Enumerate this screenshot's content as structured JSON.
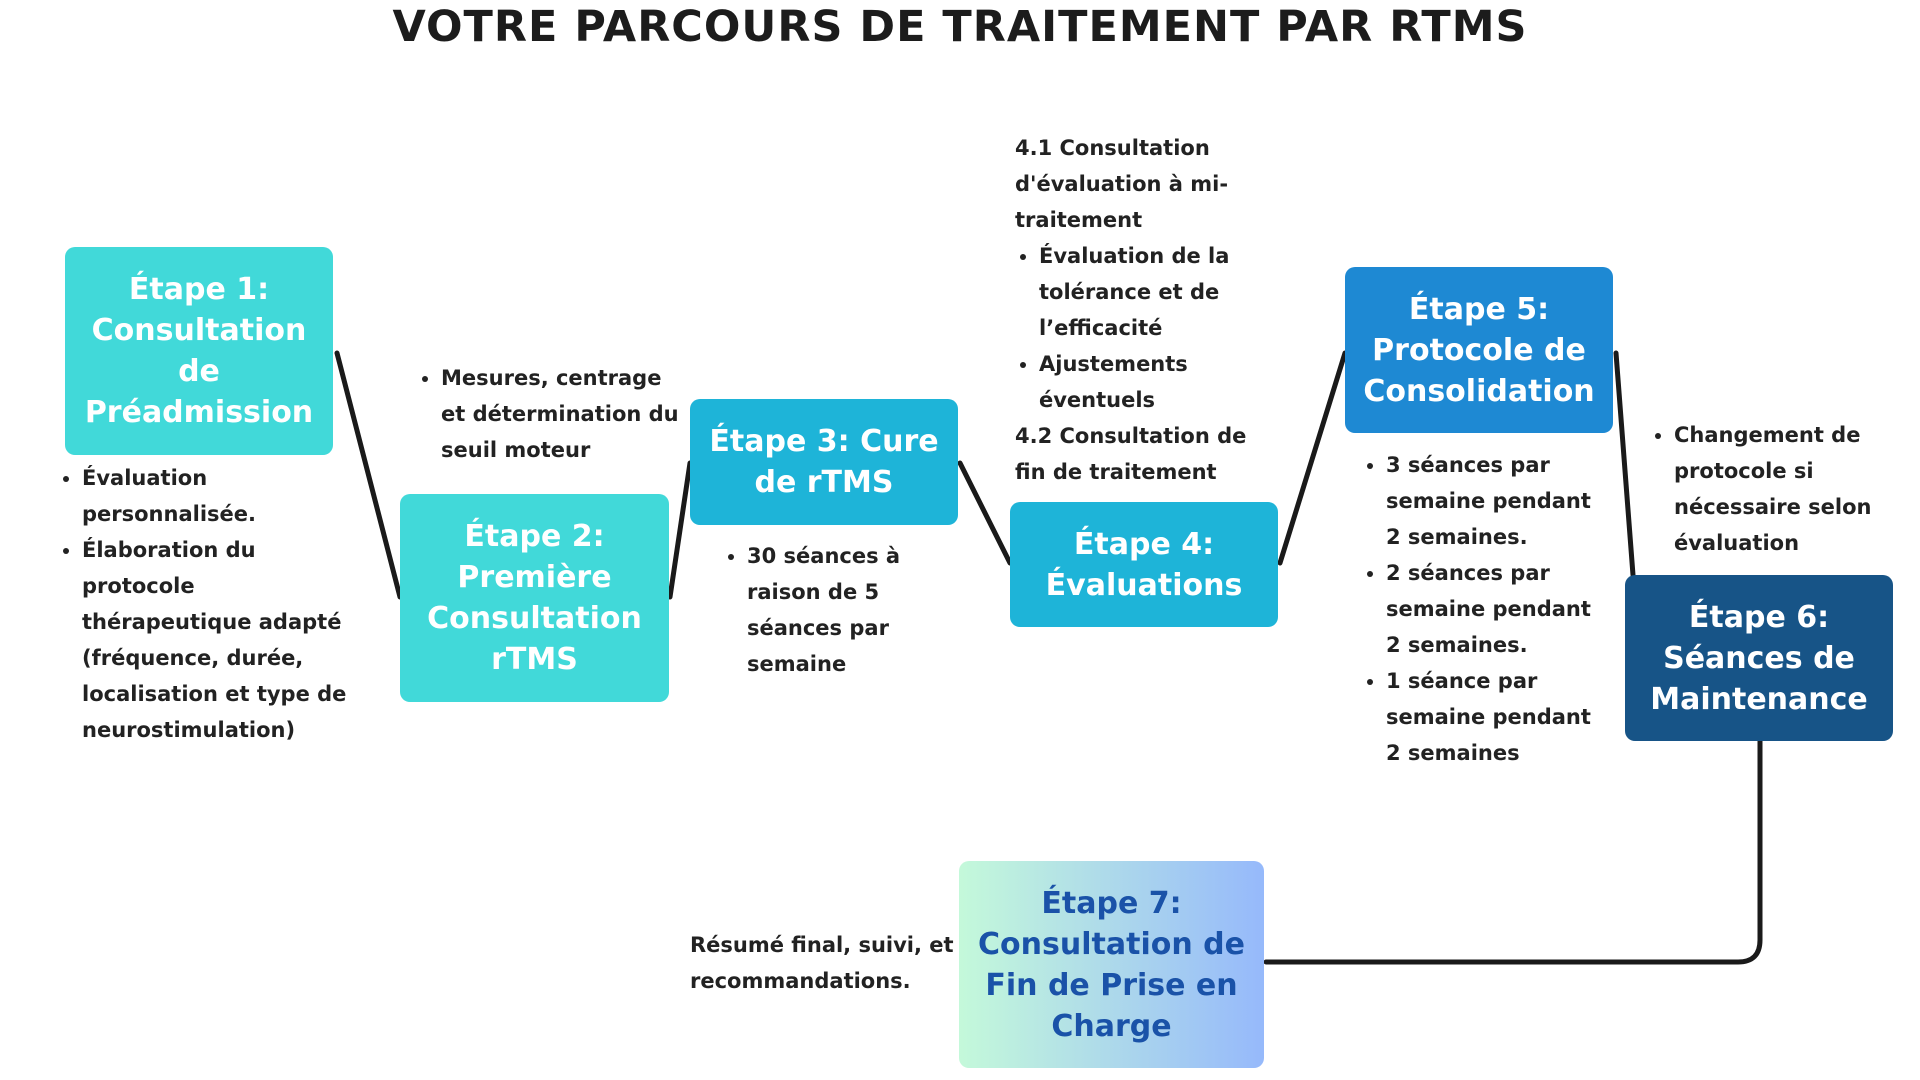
{
  "title": "VOTRE PARCOURS DE TRAITEMENT PAR RTMS",
  "steps": [
    {
      "label": "Étape 1: Consultation de Préadmission",
      "color": "#41d9d9"
    },
    {
      "label": "Étape 2: Première Consultation rTMS",
      "color": "#41d9d9"
    },
    {
      "label": "Étape 3: Cure de rTMS",
      "color": "#1eb4d8"
    },
    {
      "label": "Étape 4: Évaluations",
      "color": "#1eb4d8"
    },
    {
      "label": "Étape 5: Protocole de Consolidation",
      "color": "#1e89d3"
    },
    {
      "label": "Étape 6: Séances de Maintenance",
      "color": "#175487"
    },
    {
      "label": "Étape 7: Consultation de Fin de Prise en Charge",
      "gradient": [
        "#c4f9da",
        "#96b9fb"
      ],
      "text_color": "#1a52a8"
    }
  ],
  "notes": {
    "step1": [
      "Évaluation personnalisée.",
      "Élaboration du protocole thérapeutique adapté (fréquence, durée, localisation et type de neurostimulation)"
    ],
    "step2": [
      "Mesures, centrage et détermination du seuil moteur"
    ],
    "step3": [
      "30 séances à raison de 5 séances par semaine"
    ],
    "step4": {
      "heading1": "4.1 Consultation d'évaluation à mi-traitement",
      "items": [
        "Évaluation de la tolérance et de l’efficacité",
        "Ajustements éventuels"
      ],
      "heading2": "4.2 Consultation de fin de traitement"
    },
    "step5": [
      "3 séances par semaine pendant 2 semaines.",
      "2 séances par semaine pendant 2 semaines.",
      "1 séance par semaine pendant 2 semaines"
    ],
    "step6": [
      "Changement de protocole si nécessaire selon évaluation"
    ],
    "step7": "Résumé final, suivi, et recommandations."
  },
  "connector_color": "#1a1a1a"
}
